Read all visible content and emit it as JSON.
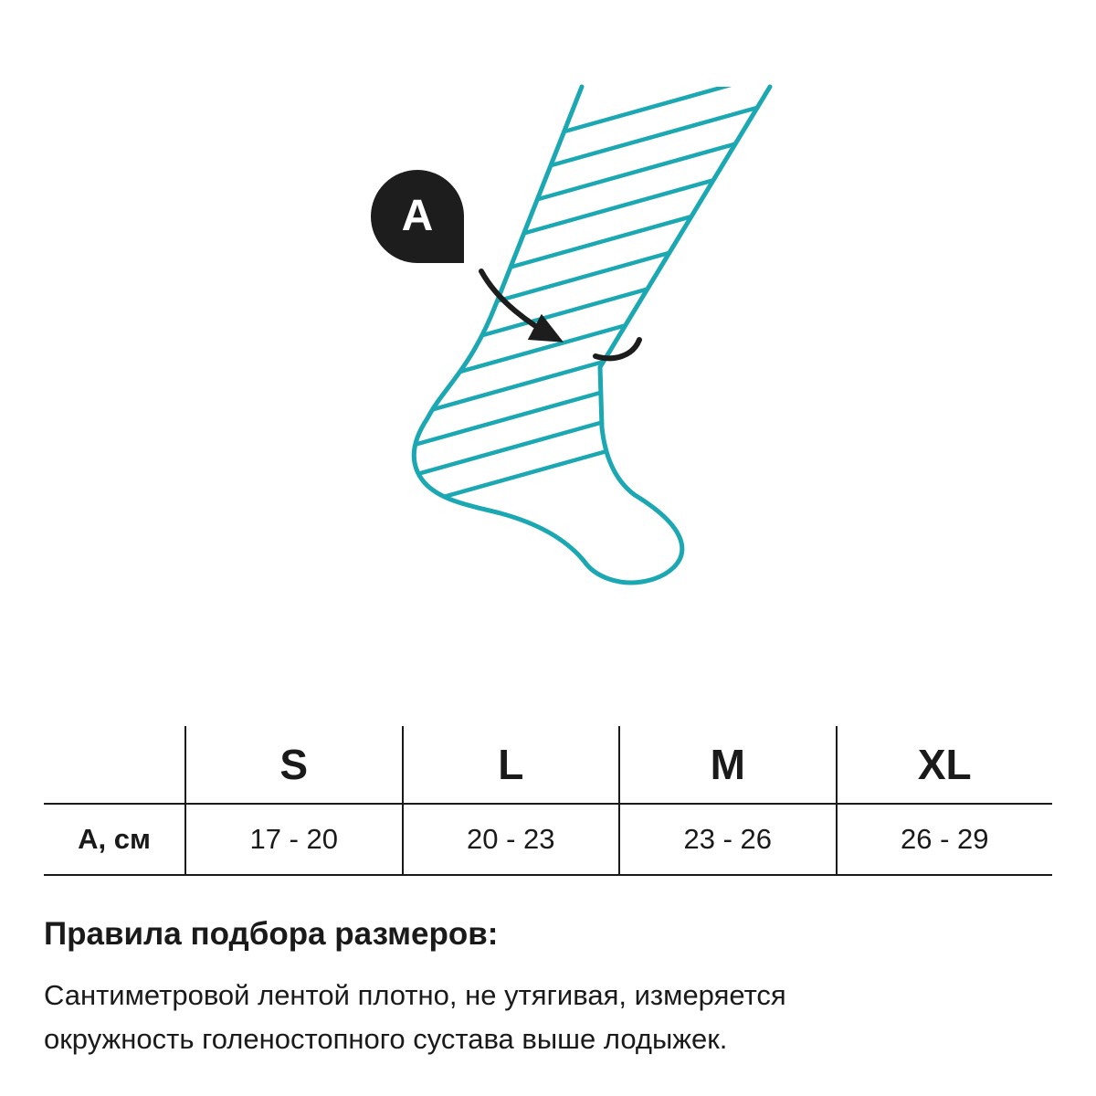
{
  "illustration": {
    "marker_label": "A",
    "accent_color": "#1ba8b2",
    "marker_color": "#1d1d1d"
  },
  "size_table": {
    "row_label": "А, см",
    "columns": [
      {
        "size": "S",
        "range": "17 - 20"
      },
      {
        "size": "L",
        "range": "20 - 23"
      },
      {
        "size": "M",
        "range": "23 - 26"
      },
      {
        "size": "XL",
        "range": "26 - 29"
      }
    ]
  },
  "rules": {
    "heading": "Правила подбора размеров:",
    "body": "Сантиметровой лентой плотно, не утягивая, измеряется окружность голеностопного сустава выше лодыжек."
  }
}
